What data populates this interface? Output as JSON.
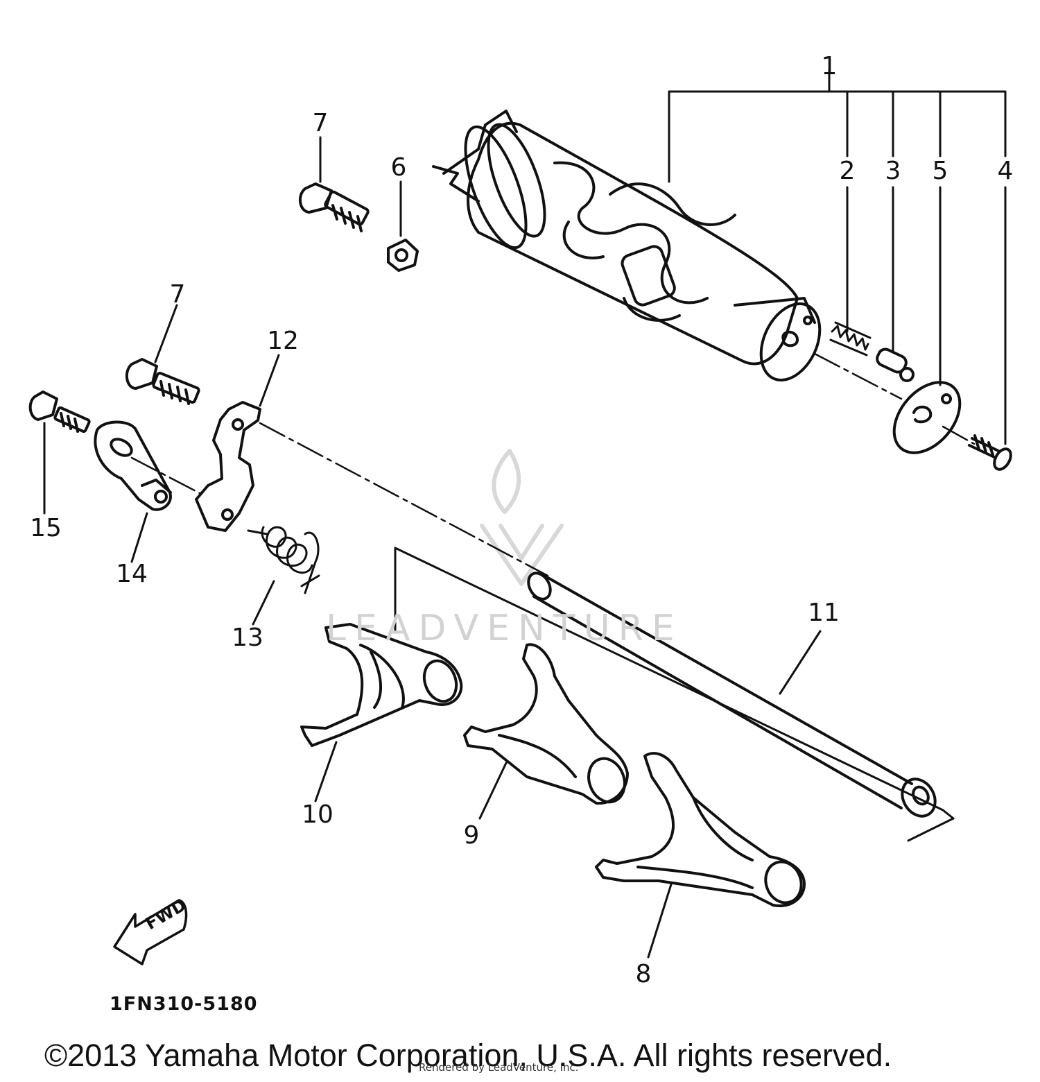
{
  "diagram": {
    "callouts": [
      {
        "id": "c1",
        "text": "1"
      },
      {
        "id": "c2",
        "text": "2"
      },
      {
        "id": "c3",
        "text": "3"
      },
      {
        "id": "c5",
        "text": "5"
      },
      {
        "id": "c4",
        "text": "4"
      },
      {
        "id": "c7a",
        "text": "7"
      },
      {
        "id": "c6",
        "text": "6"
      },
      {
        "id": "c7b",
        "text": "7"
      },
      {
        "id": "c12",
        "text": "12"
      },
      {
        "id": "c15",
        "text": "15"
      },
      {
        "id": "c14",
        "text": "14"
      },
      {
        "id": "c13",
        "text": "13"
      },
      {
        "id": "c11",
        "text": "11"
      },
      {
        "id": "c10",
        "text": "10"
      },
      {
        "id": "c9",
        "text": "9"
      },
      {
        "id": "c8",
        "text": "8"
      }
    ],
    "direction_label": "FWD",
    "part_code": "1FN310-5180",
    "watermark": "LEADVENTURE",
    "copyright": "©2013 Yamaha Motor Corporation, U.S.A. All rights reserved.",
    "rendered_by": "Rendered by LeadVenture, Inc."
  },
  "colors": {
    "line": "#111111",
    "watermark": "#d2d2d2",
    "background": "#ffffff"
  }
}
